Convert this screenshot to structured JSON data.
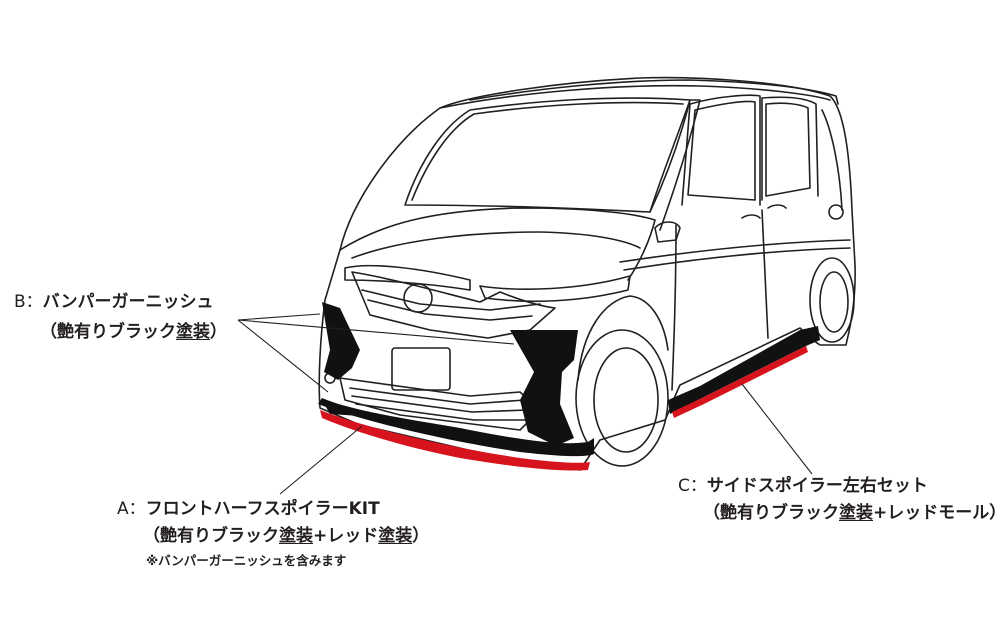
{
  "colors": {
    "line": "#231f20",
    "accent_red": "#d7141e",
    "fill_black": "#111111",
    "background": "#ffffff"
  },
  "labels": {
    "b": {
      "key": "B：",
      "name": "バンパーガーニッシュ",
      "finish_open": "（艶有りブラック",
      "finish_underlined": "塗装",
      "finish_close": "）"
    },
    "a": {
      "key": "A：",
      "name": "フロントハーフスポイラーKIT",
      "finish_open": "（艶有りブラック",
      "finish_underlined_1": "塗装",
      "finish_mid": "+レッド",
      "finish_underlined_2": "塗装",
      "finish_close": "）",
      "note": "※バンパーガーニッシュを含みます"
    },
    "c": {
      "key": "C：",
      "name": "サイドスポイラー左右セット",
      "finish_open": "（艶有りブラック",
      "finish_underlined": "塗装",
      "finish_close": "+レッドモール）"
    }
  }
}
